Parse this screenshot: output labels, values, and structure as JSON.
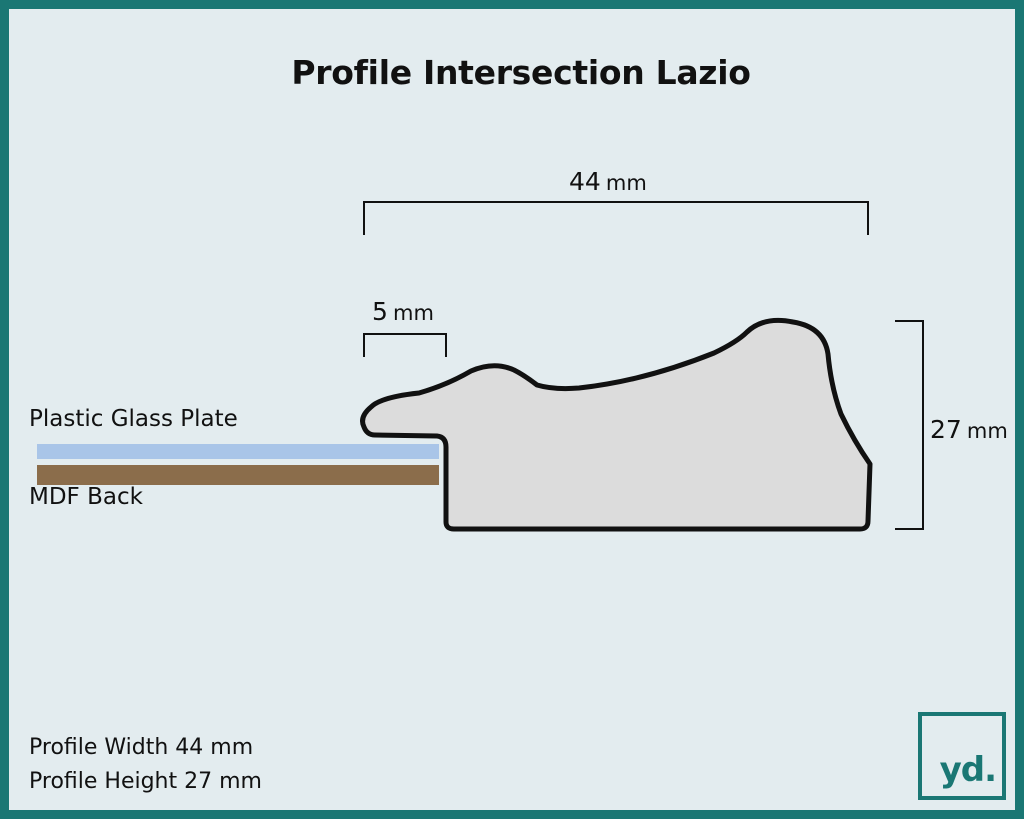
{
  "title": "Profile Intersection Lazio",
  "dimensions": {
    "width": {
      "value": "44",
      "unit": "mm"
    },
    "rebate": {
      "value": "5",
      "unit": "mm"
    },
    "height": {
      "value": "27",
      "unit": "mm"
    }
  },
  "layers": {
    "glass": {
      "label": "Plastic Glass Plate",
      "color": "#a9c5e8"
    },
    "back": {
      "label": "MDF Back",
      "color": "#8b6d4b"
    }
  },
  "profile": {
    "fill": "#dcdcdc",
    "stroke": "#111111"
  },
  "specs": {
    "width_line": "Profile Width 44 mm",
    "height_line": "Profile Height 27 mm"
  },
  "logo": {
    "text": "yd.",
    "color": "#1a7774"
  },
  "colors": {
    "border": "#1a7774",
    "background": "#e3ecef"
  }
}
